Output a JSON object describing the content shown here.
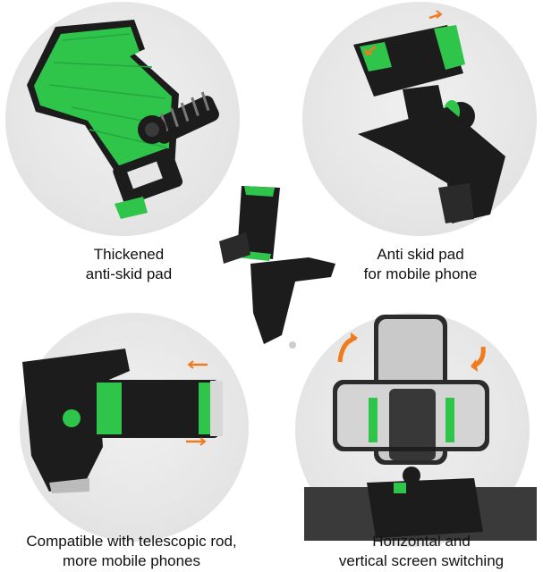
{
  "captions": {
    "top_left_line1": "Thickened",
    "top_left_line2": "anti-skid pad",
    "top_right_line1": "Anti skid pad",
    "top_right_line2": "for mobile phone",
    "bottom_left_line1": "Compatible with telescopic rod,",
    "bottom_left_line2": "more mobile phones",
    "bottom_right_line1": "Horizontal and",
    "bottom_right_line2": "vertical screen switching"
  },
  "colors": {
    "background": "#ffffff",
    "circle": "#e6e6e6",
    "product_black": "#1c1c1c",
    "accent_green": "#2fc44a",
    "arrow_orange": "#f07a1e"
  }
}
